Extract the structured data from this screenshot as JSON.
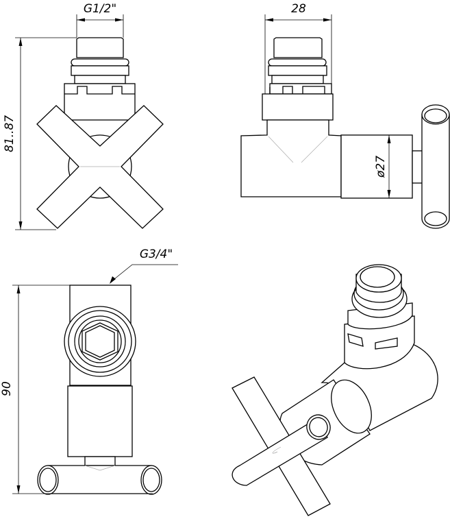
{
  "dimensions": {
    "inlet_thread": "G1/2\"",
    "width": "28",
    "height_range": "81..87",
    "bonnet_diameter": "ø27",
    "outlet_thread": "G3/4\"",
    "total_height": "90"
  },
  "colors": {
    "line": "#000000",
    "background": "#ffffff"
  }
}
